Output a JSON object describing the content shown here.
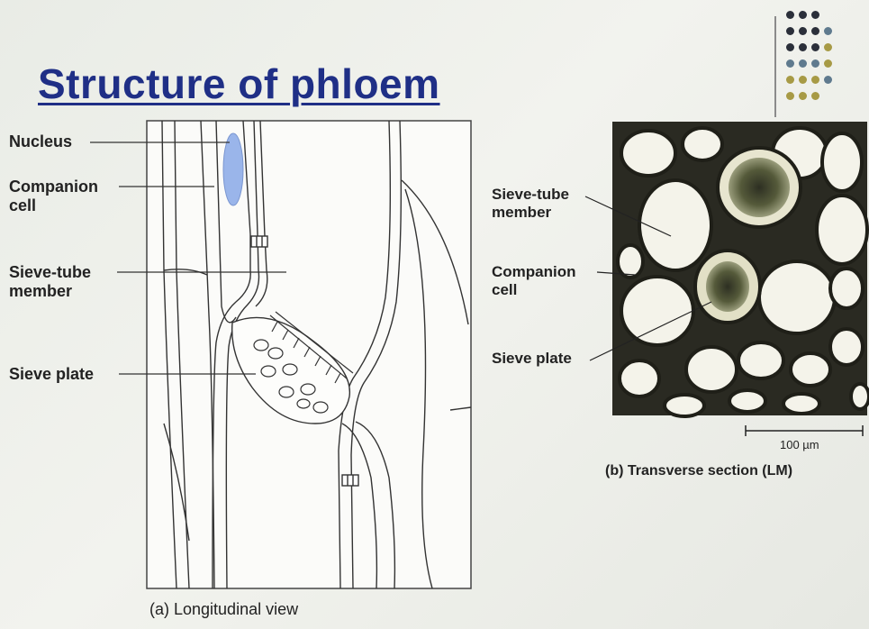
{
  "slide": {
    "title": "Structure of phloem",
    "dot_colors": [
      "#2b2f3a",
      "#5f7a8e",
      "#a79a45"
    ]
  },
  "longitudinal": {
    "labels": {
      "nucleus": "Nucleus",
      "companion_cell": [
        "Companion",
        "cell"
      ],
      "sieve_tube_member": [
        "Sieve-tube",
        "member"
      ],
      "sieve_plate": "Sieve plate"
    },
    "caption": "(a) Longitudinal view"
  },
  "transverse": {
    "labels": {
      "sieve_tube_member": [
        "Sieve-tube",
        "member"
      ],
      "companion_cell": [
        "Companion",
        "cell"
      ],
      "sieve_plate": "Sieve plate"
    },
    "scale_bar": "100 µm",
    "caption": "(b) Transverse section (LM)"
  }
}
